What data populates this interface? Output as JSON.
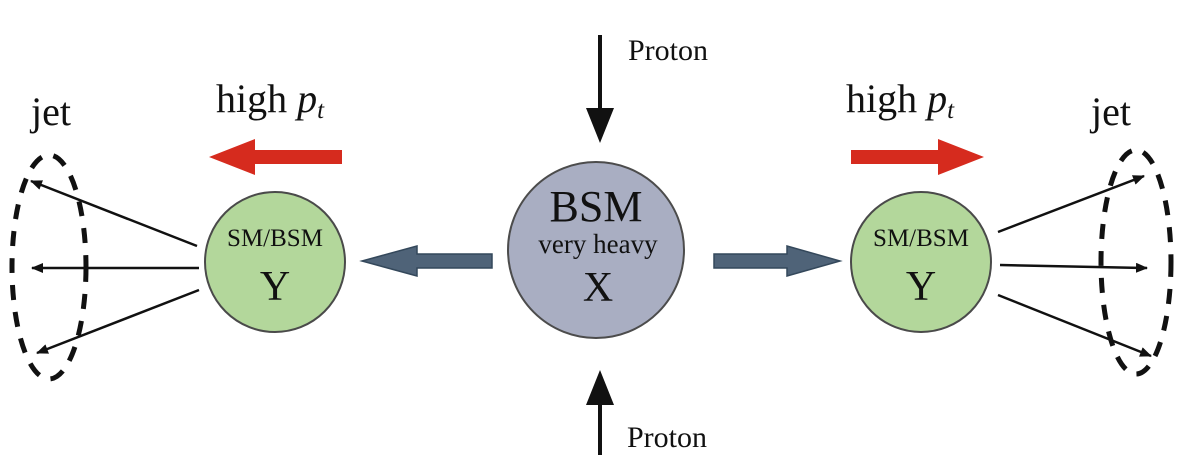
{
  "center": {
    "title": "BSM",
    "subtitle": "very heavy",
    "symbol": "X"
  },
  "incoming": {
    "top_label": "Proton",
    "bottom_label": "Proton"
  },
  "left_particle": {
    "label": "SM/BSM",
    "symbol": "Y"
  },
  "right_particle": {
    "label": "SM/BSM",
    "symbol": "Y"
  },
  "left_momentum": {
    "text": "high ",
    "var": "p",
    "sub": "t"
  },
  "right_momentum": {
    "text": "high ",
    "var": "p",
    "sub": "t"
  },
  "left_jet": {
    "label": "jet"
  },
  "right_jet": {
    "label": "jet"
  },
  "colors": {
    "center_fill": "#a9aec2",
    "particle_fill": "#b3d79b",
    "decay_arrow": "#4f6378",
    "momentum_arrow": "#d62b1e",
    "line": "#111111"
  }
}
